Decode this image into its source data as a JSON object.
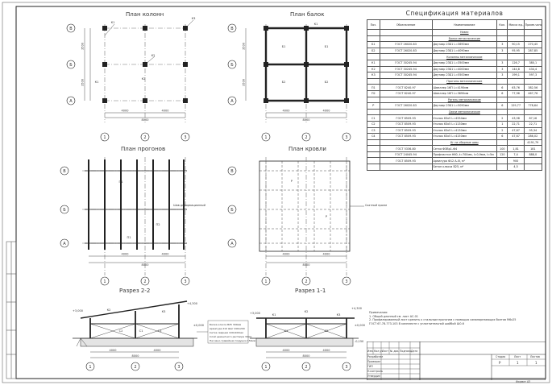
{
  "titles": {
    "columns_plan": "План колонн",
    "beams_plan": "План балок",
    "purlins_plan": "План прогонов",
    "roof_plan": "План кровли",
    "section_2_2": "Разрез 2-2",
    "section_1_1": "Разрез 1-1"
  },
  "axes": {
    "letters": [
      "В",
      "Б",
      "А"
    ],
    "numbers": [
      "1",
      "2",
      "3"
    ]
  },
  "dims": {
    "span": "4000",
    "total": "8000",
    "side": "3500"
  },
  "marks": [
    "К1",
    "К2",
    "К3",
    "Б1",
    "Б2",
    "П1",
    "П2",
    "Р",
    "С1",
    "С2",
    "С3"
  ],
  "elevations": [
    "+4,300",
    "+3,000",
    "±0,000",
    "-0,150"
  ],
  "side_labels": {
    "roof_edge": "Шов деформационный",
    "slope": "Скатный проем"
  },
  "section_notes": [
    "Балка класса В25 300мм",
    "Арматура d10 Шаг 200х200",
    "Сетка сварная 100х100мм",
    "Слой цементного раствора 30мм",
    "Песчано-гравийная подушка 150мм"
  ],
  "spec": {
    "title": "Спецификация материалов",
    "headers": [
      "Поз.",
      "Обозначение",
      "Наименование",
      "Кол.",
      "Масса ед., кг",
      "Приме-чание"
    ],
    "rows": [
      {
        "t": "grp",
        "name": "Навес"
      },
      {
        "t": "grp",
        "name": "Балки металлические"
      },
      {
        "pos": "Б1",
        "doc": "ГОСТ 26020-83",
        "name": "Двутавр 23Б1 L=3690мм",
        "qty": "3",
        "mass": "90,15",
        "note": "270,45"
      },
      {
        "pos": "Б2",
        "doc": "ГОСТ 26020-83",
        "name": "Двутавр 23Б1 L=4090мм",
        "qty": "3",
        "mass": "95,95",
        "note": "287,85"
      },
      {
        "t": "grp",
        "name": "Колонны металлические"
      },
      {
        "pos": "К1",
        "doc": "ГОСТ 30245-94",
        "name": "Двутавр 23Б1 L=3500мм",
        "qty": "3",
        "mass": "126,7",
        "note": "380,1"
      },
      {
        "pos": "К2",
        "doc": "ГОСТ 30245-94",
        "name": "Двутавр 23Б1 L=4000мм",
        "qty": "3",
        "mass": "144,8",
        "note": "434,4"
      },
      {
        "pos": "К3",
        "doc": "ГОСТ 30245-94",
        "name": "Двутавр 23Б1 L=5500мм",
        "qty": "3",
        "mass": "199,1",
        "note": "597,3"
      },
      {
        "t": "grp",
        "name": "Прогоны металлические"
      },
      {
        "pos": "П1",
        "doc": "ГОСТ 8240-97",
        "name": "Швеллер 16П L=4190мм",
        "qty": "6",
        "mass": "63,76",
        "note": "382,56"
      },
      {
        "pos": "П2",
        "doc": "ГОСТ 8240-97",
        "name": "Швеллер 16П L=3690мм",
        "qty": "6",
        "mass": "77,96",
        "note": "467,76"
      },
      {
        "t": "grp",
        "name": "Ригель металлические"
      },
      {
        "pos": "Р",
        "doc": "ГОСТ 26020-83",
        "name": "Двутавр 23Б1 L=5090мм",
        "qty": "6",
        "mass": "129,77",
        "note": "778,64"
      },
      {
        "t": "grp",
        "name": "Связи металлические"
      },
      {
        "pos": "С1",
        "doc": "ГОСТ 8509-93",
        "name": "Уголок 63х5 L=4334мм",
        "qty": "2",
        "mass": "43,58",
        "note": "87,16"
      },
      {
        "pos": "С2",
        "doc": "ГОСТ 8509-93",
        "name": "Уголок 63х5 L=1130мм",
        "qty": "1",
        "mass": "22,71",
        "note": "22,71"
      },
      {
        "pos": "С3",
        "doc": "ГОСТ 8509-93",
        "name": "Уголок 63х5 L=4130мм",
        "qty": "2",
        "mass": "47,67",
        "note": "95,34"
      },
      {
        "pos": "С4",
        "doc": "ГОСТ 8509-93",
        "name": "Уголок 63х5 L=4150мм",
        "qty": "6",
        "mass": "47,67",
        "note": "286,02"
      },
      {
        "t": "grp",
        "name": "Кг на сборные швы",
        "qty": "",
        "mass": "",
        "note": "4191,79"
      },
      {
        "pos": "",
        "doc": "ГОСТ 5336-80",
        "name": "Сетка Ф3Вр1-Ф4",
        "qty": "100",
        "mass": "1,81",
        "note": "181"
      },
      {
        "pos": "",
        "doc": "ГОСТ 24045-94",
        "name": "Профнастил Н60, t=700мм, l=0,9мм, l=5м",
        "qty": "120",
        "mass": "7,4",
        "note": "888,0"
      },
      {
        "pos": "",
        "doc": "ГОСТ 8509-93",
        "name": "Арматура Ф12 А-III, м³",
        "qty": "",
        "mass": "900",
        "note": ""
      },
      {
        "pos": "",
        "doc": "",
        "name": "Бетон класса В25, м³",
        "qty": "",
        "mass": "4,5",
        "note": ""
      }
    ]
  },
  "notes": [
    "Примечания:",
    "1. Общий длинный см. лист АС-01",
    "2. Профилированный лист крепить к стальным прогонам с помощью самонарезающих болтов М6х25",
    "ГОСТ 67-78-773-103 В комплекте с уплотнительной шайбой Ш0-6"
  ],
  "title_block": {
    "headers": [
      "Изм.",
      "Кол.уч",
      "Лист",
      "№ док.",
      "Подпись",
      "Дата"
    ],
    "roles": [
      "Разработал",
      "Проверил",
      "ГИП",
      "Н.контроль",
      "Утвердил"
    ],
    "stage_head": "Стадия",
    "sheet_head": "Лист",
    "sheets_head": "Листов",
    "stage": "Р",
    "sheet": "1",
    "sheets": "1",
    "format": "Формат А3"
  }
}
